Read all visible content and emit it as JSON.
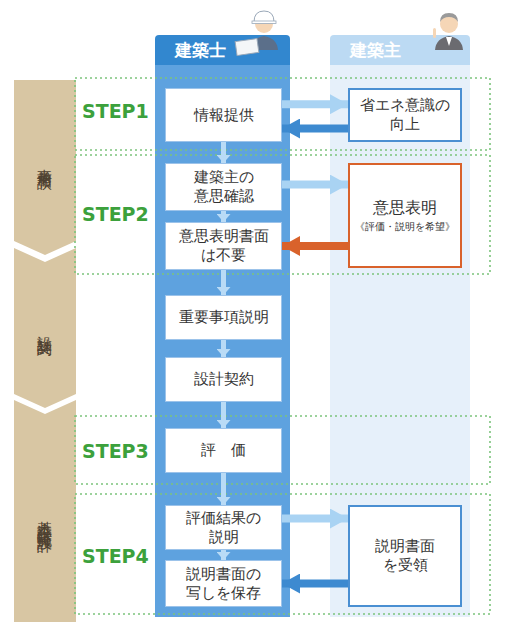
{
  "diagram": {
    "nodes": [
      {
        "text": [
          "建築士"
        ]
      },
      {
        "text": [
          "建築主"
        ]
      },
      {
        "text": [
          "事前相談"
        ]
      },
      {
        "text": [
          "設計契約"
        ]
      },
      {
        "text": [
          "基本設計・実施設計"
        ]
      },
      {
        "text": [
          "情報提供"
        ],
        "in": 0
      },
      {
        "text": [
          "省エネ意識の向上"
        ],
        "in": 1
      },
      {
        "text": [
          "建築主の意思確認"
        ],
        "in": 0
      },
      {
        "text": [
          "意思表明書面は不要"
        ],
        "in": 0
      },
      {
        "text": [
          "意思表明",
          "《評価・説明を希望》"
        ],
        "in": 1
      },
      {
        "text": [
          "重要事項説明"
        ],
        "in": 0
      },
      {
        "text": [
          "設計契約"
        ],
        "in": 0
      },
      {
        "text": [
          "評　価"
        ],
        "in": 0
      },
      {
        "text": [
          "評価結果の説明"
        ],
        "in": 0
      },
      {
        "text": [
          "説明書面の写しを保存"
        ],
        "in": 0
      },
      {
        "text": [
          "説明書面を受領"
        ],
        "in": 1
      }
    ],
    "edges": [
      {
        "from": 5,
        "to": 6,
        "arrow": "to"
      },
      {
        "from": 6,
        "to": 5,
        "arrow": "to"
      },
      {
        "from": 5,
        "to": 7,
        "arrow": "to"
      },
      {
        "from": 7,
        "to": 9,
        "arrow": "to"
      },
      {
        "from": 9,
        "to": 8,
        "arrow": "to"
      },
      {
        "from": 7,
        "to": 8,
        "arrow": "to"
      },
      {
        "from": 8,
        "to": 10,
        "arrow": "to"
      },
      {
        "from": 10,
        "to": 11,
        "arrow": "to"
      },
      {
        "from": 11,
        "to": 12,
        "arrow": "to"
      },
      {
        "from": 12,
        "to": 13,
        "arrow": "to"
      },
      {
        "from": 13,
        "to": 15,
        "arrow": "to"
      },
      {
        "from": 15,
        "to": 14,
        "arrow": "to"
      },
      {
        "from": 13,
        "to": 14,
        "arrow": "to"
      }
    ],
    "labels": [
      "STEP1",
      "STEP2",
      "STEP3",
      "STEP4"
    ]
  }
}
